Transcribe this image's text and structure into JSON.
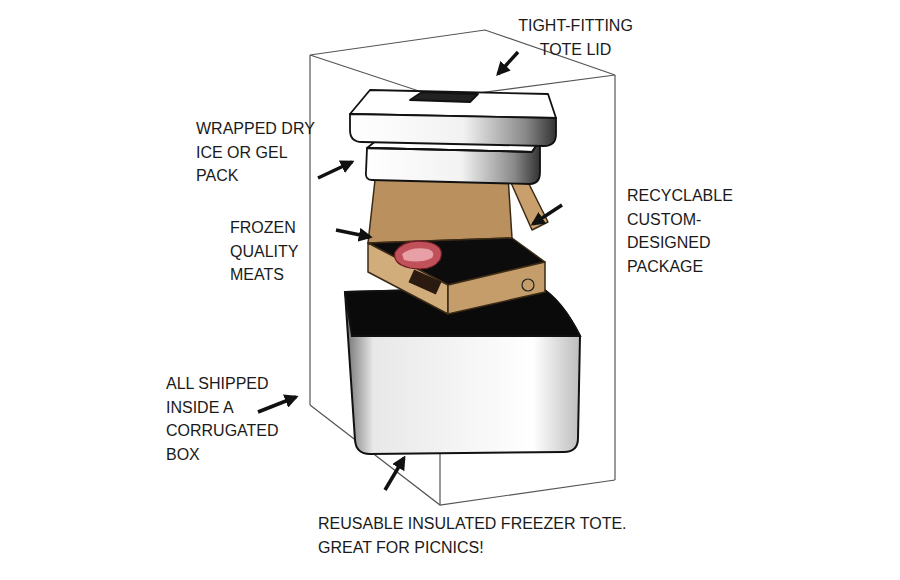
{
  "diagram": {
    "labels": [
      "TIGHT-FITTING TOTE LID",
      "WRAPPED DRY ICE OR GEL PACK",
      "FROZEN QUALITY MEATS",
      "RECYCLABLE CUSTOM-DESIGNED PACKAGE",
      "ALL SHIPPED INSIDE A CORRUGATED BOX",
      "REUSABLE INSULATED FREEZER TOTE. GREAT FOR PICNICS!"
    ]
  }
}
